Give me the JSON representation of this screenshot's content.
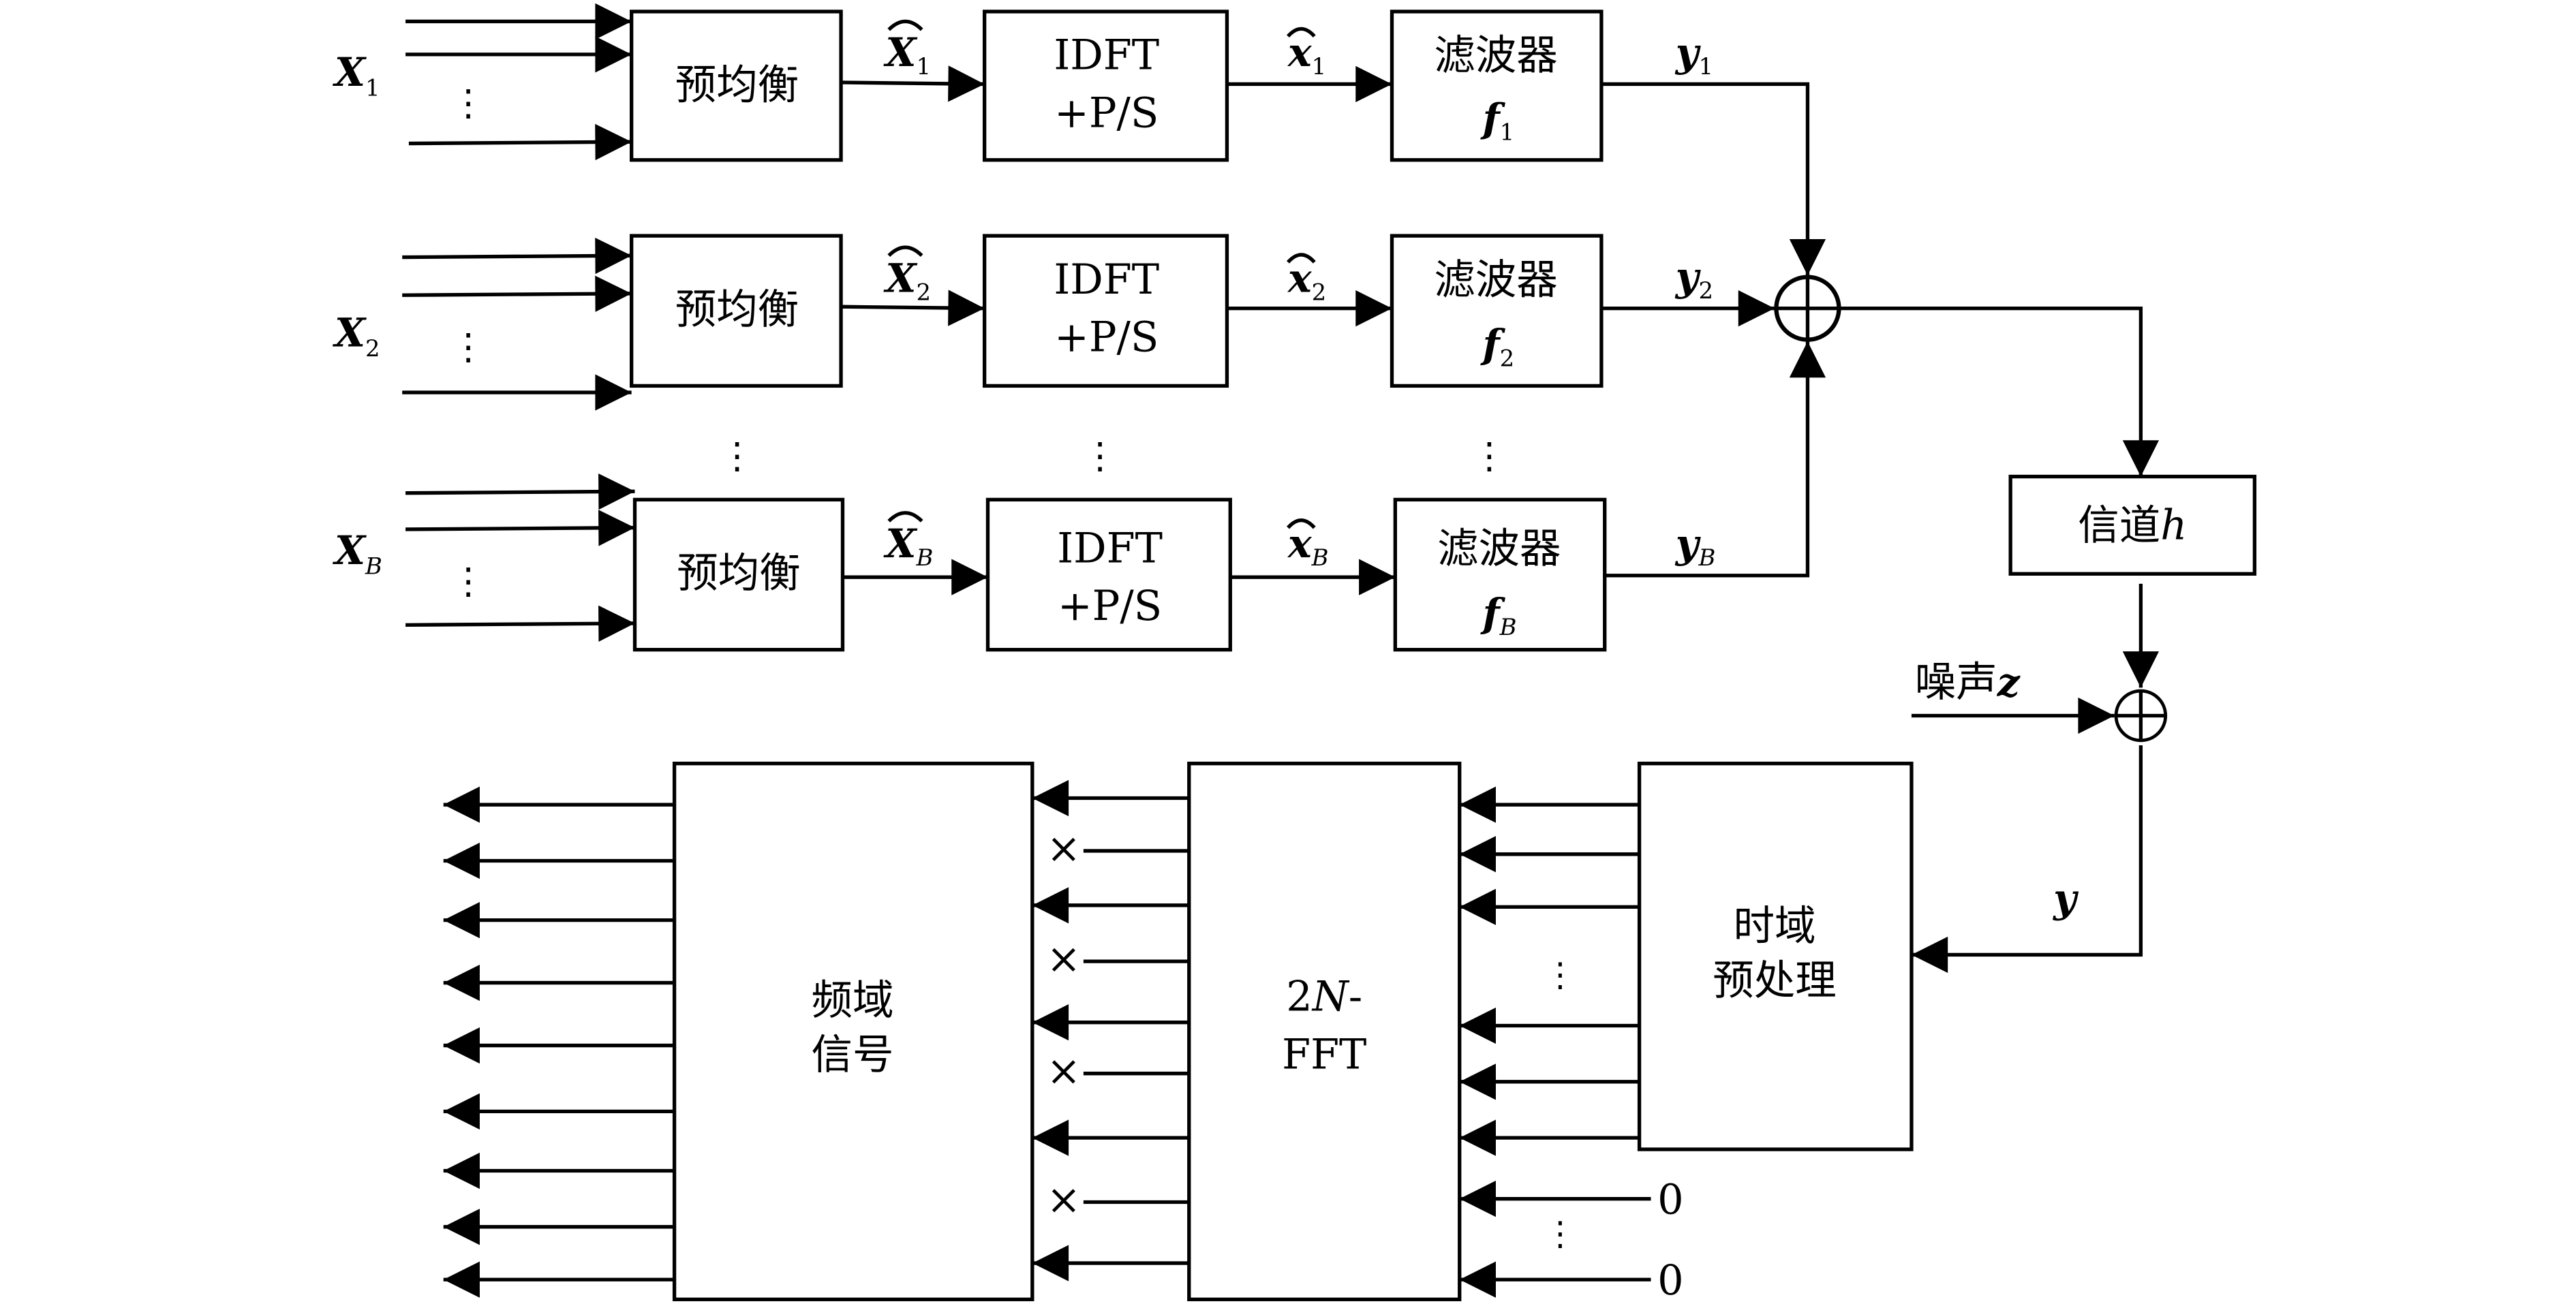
{
  "title": "Multi-band pre-equalized transmitter and 2N-FFT receiver block diagram",
  "branches": [
    {
      "input_label": "X",
      "input_sub": "1",
      "pre_eq": "预均衡",
      "hat_label": "X",
      "hat_sub": "1",
      "idft_line1": "IDFT",
      "idft_line2": "+P/S",
      "x_label": "x",
      "x_sub": "1",
      "filter_line1": "滤波器",
      "filter_sym": "f",
      "filter_sub": "1",
      "out_label": "y",
      "out_sub": "1"
    },
    {
      "input_label": "X",
      "input_sub": "2",
      "pre_eq": "预均衡",
      "hat_label": "X",
      "hat_sub": "2",
      "idft_line1": "IDFT",
      "idft_line2": "+P/S",
      "x_label": "x",
      "x_sub": "2",
      "filter_line1": "滤波器",
      "filter_sym": "f",
      "filter_sub": "2",
      "out_label": "y",
      "out_sub": "2"
    },
    {
      "input_label": "X",
      "input_sub": "B",
      "pre_eq": "预均衡",
      "hat_label": "X",
      "hat_sub": "B",
      "idft_line1": "IDFT",
      "idft_line2": "+P/S",
      "x_label": "x",
      "x_sub": "B",
      "filter_line1": "滤波器",
      "filter_sym": "f",
      "filter_sub": "B",
      "out_label": "y",
      "out_sub": "B"
    }
  ],
  "ellipsis": "⋮",
  "channel": {
    "label": "信道",
    "sym": "h"
  },
  "noise": {
    "label": "噪声",
    "sym": "z"
  },
  "received": {
    "sym": "y"
  },
  "time_preproc": {
    "line1": "时域",
    "line2": "预处理"
  },
  "fft": {
    "line1_num": "2",
    "line1_sym": "N",
    "line1_dash": "-",
    "line2": "FFT"
  },
  "freq_signal": {
    "line1": "频域",
    "line2": "信号"
  },
  "discard_mark": "×",
  "zero_input": "0",
  "sum_symbol": "⊕"
}
